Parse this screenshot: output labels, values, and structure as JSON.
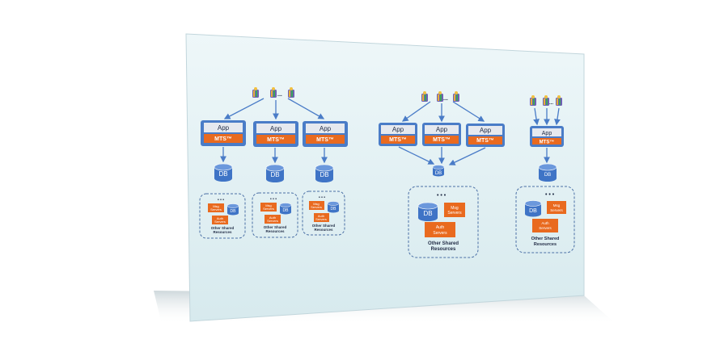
{
  "colors": {
    "panel_top": "#eaf4f7",
    "panel_bottom": "#d6e9ee",
    "app_blue": "#4a7cc7",
    "app_label_bg": "#e6e9ef",
    "mts_orange": "#e96a1f",
    "db_blue": "#3f74c6",
    "arrow": "#4a7cc7"
  },
  "labels": {
    "app": "App",
    "mts": "MTS™",
    "db": "DB",
    "dots": "• • •",
    "msg_servers_1": "Msg",
    "msg_servers_2": "Servers",
    "auth_servers_1": "Auth",
    "auth_servers_2": "Servers",
    "other_shared_1": "Other Shared",
    "other_shared_2": "Resources"
  },
  "icons": {
    "users": "user-group-icon",
    "database": "database-icon"
  }
}
